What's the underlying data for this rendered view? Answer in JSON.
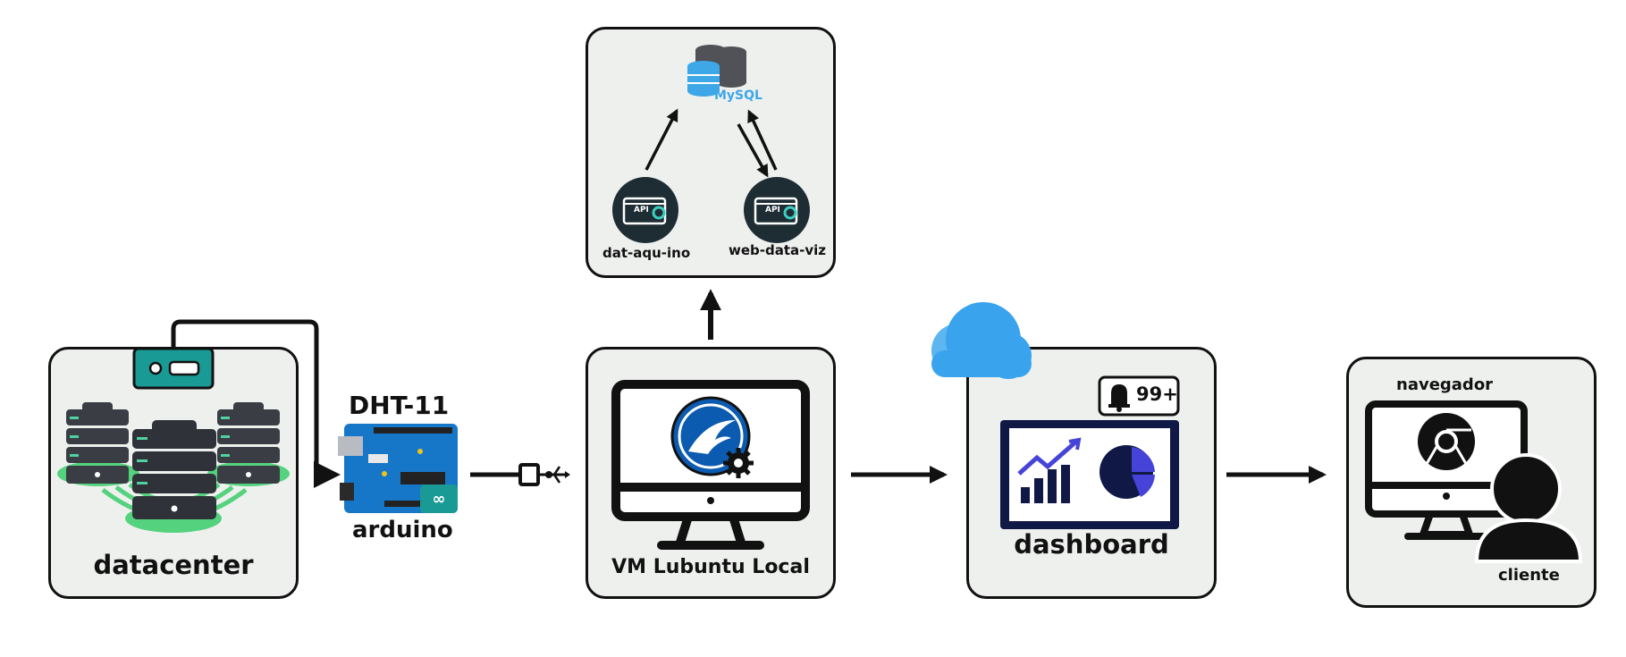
{
  "nodes": {
    "datacenter": {
      "label": "datacenter"
    },
    "sensor": {
      "label": "DHT-11"
    },
    "arduino": {
      "label": "arduino"
    },
    "vm": {
      "label": "VM Lubuntu Local"
    },
    "mysql": {
      "label": "MySQL"
    },
    "api_left": {
      "label": "dat-aqu-ino",
      "badge": "API"
    },
    "api_right": {
      "label": "web-data-viz",
      "badge": "API"
    },
    "dashboard": {
      "label": "dashboard",
      "notification": "99+"
    },
    "browser": {
      "label": "navegador"
    },
    "client": {
      "label": "cliente"
    }
  },
  "colors": {
    "box_fill": "#eef0ee",
    "teal": "#1a9a94",
    "server_dark": "#3a3d44",
    "green_base": "#55d27e",
    "arduino_blue": "#1677c9",
    "mysql_blue": "#3ea7e8",
    "cloud_blue": "#3aa3ee",
    "dashboard_navy": "#101846",
    "chart_purple": "#4644d8"
  }
}
